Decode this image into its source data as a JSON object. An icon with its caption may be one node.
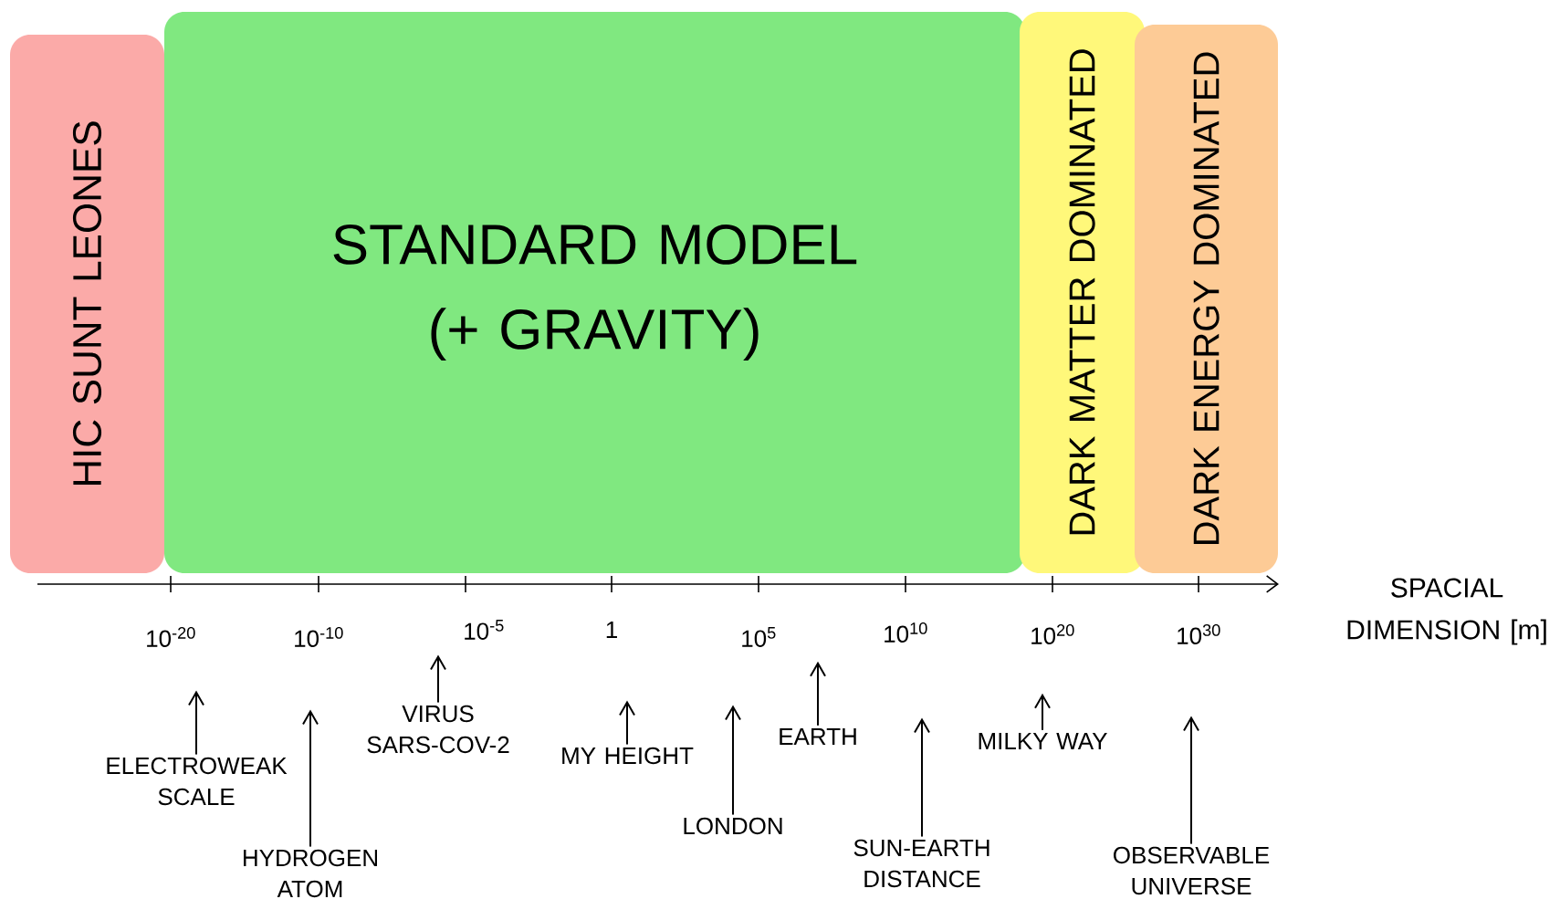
{
  "diagram": {
    "nodes": [
      {
        "text": [
          "HIC SUNT LEONES"
        ]
      },
      {
        "text": [
          "STANDARD MODEL (+ GRAVITY)"
        ]
      },
      {
        "text": [
          "DARK MATTER DOMINATED"
        ]
      },
      {
        "text": [
          "DARK ENERGY DOMINATED"
        ]
      },
      {
        "text": [
          "ELECTROWEAK SCALE"
        ]
      },
      {
        "text": [
          "HYDROGEN ATOM"
        ]
      },
      {
        "text": [
          "VIRUS SARS-COV-2"
        ]
      },
      {
        "text": [
          "MY HEIGHT"
        ]
      },
      {
        "text": [
          "LONDON"
        ]
      },
      {
        "text": [
          "EARTH"
        ]
      },
      {
        "text": [
          "SUN-EARTH DISTANCE"
        ]
      },
      {
        "text": [
          "MILKY WAY"
        ]
      },
      {
        "text": [
          "OBSERVABLE UNIVERSE"
        ]
      }
    ],
    "edges": [
      {
        "from": 4,
        "to": null,
        "arrow": "to"
      },
      {
        "from": 5,
        "to": null,
        "arrow": "to"
      },
      {
        "from": 6,
        "to": null,
        "arrow": "to"
      },
      {
        "from": 7,
        "to": null,
        "arrow": "to"
      },
      {
        "from": 8,
        "to": null,
        "arrow": "to"
      },
      {
        "from": 9,
        "to": null,
        "arrow": "to"
      },
      {
        "from": 10,
        "to": null,
        "arrow": "to"
      },
      {
        "from": 11,
        "to": null,
        "arrow": "to"
      },
      {
        "from": 12,
        "to": null,
        "arrow": "to"
      }
    ],
    "labels": [
      "10$^{-20}$",
      "10$^{-10}$",
      "10$^{-5}$",
      "1",
      "10$^{5}$",
      "10$^{10}$",
      "10$^{20}$",
      "10$^{30}$",
      "SPACIAL DIMENSION [m]"
    ]
  }
}
